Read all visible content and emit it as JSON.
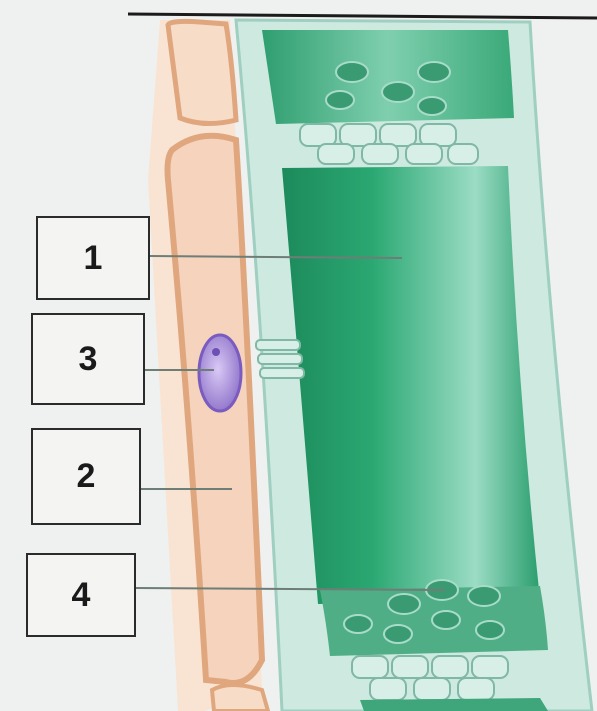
{
  "labels": {
    "l1": "1",
    "l2": "2",
    "l3": "3",
    "l4": "4"
  },
  "colors": {
    "background": "#eef1ef",
    "companion_cell": "#f6d9c6",
    "companion_wall": "#e7b48e",
    "sieve_tube": "#2ea874",
    "sieve_tube_dark": "#1e8f60",
    "sieve_plate": "#bfe3d8",
    "nucleus": "#a48ad6",
    "leader_line": "#6f7d77"
  }
}
